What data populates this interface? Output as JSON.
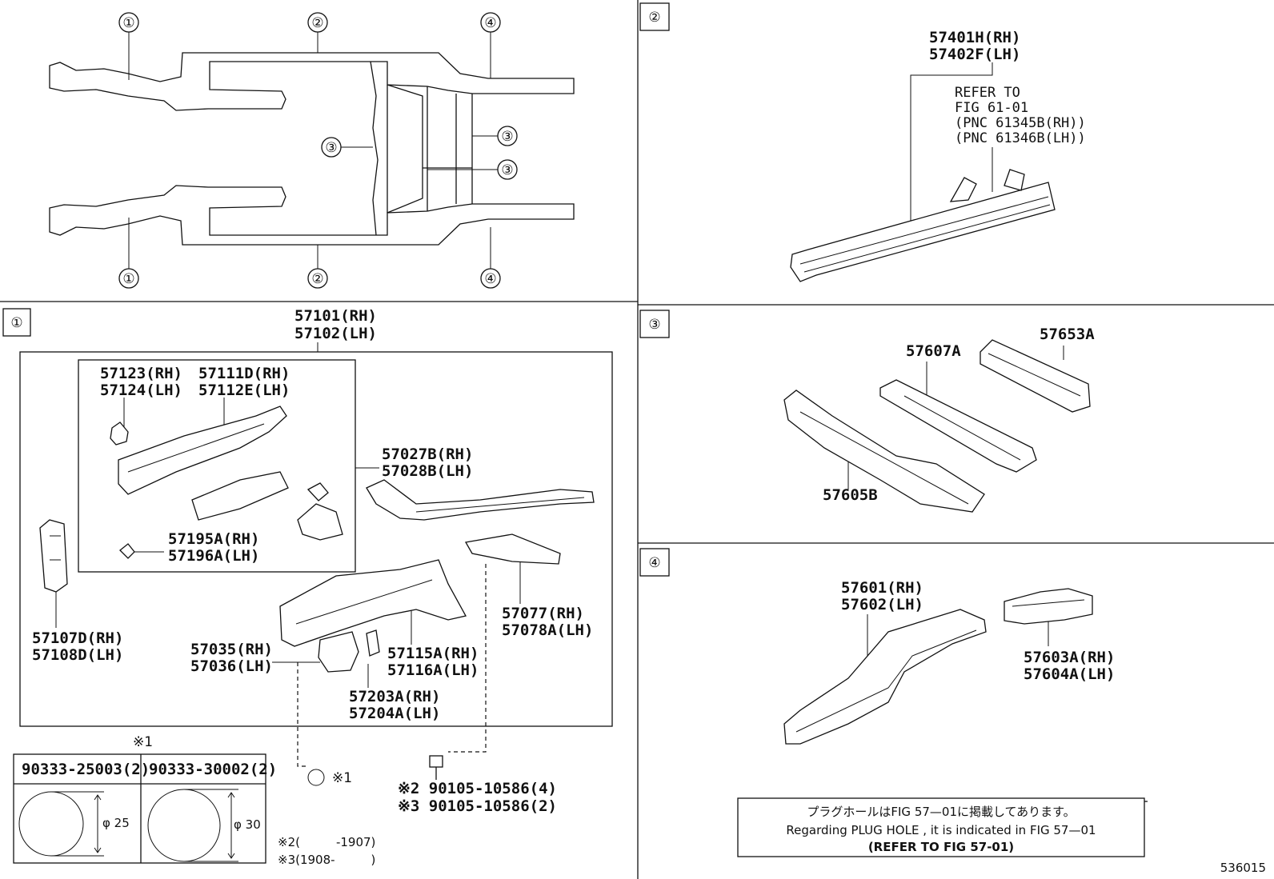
{
  "overview": {
    "callouts": [
      "①",
      "②",
      "③",
      "④"
    ]
  },
  "section2": {
    "badge": "②",
    "part_rh": "57401H(RH)",
    "part_lh": "57402F(LH)",
    "refer": [
      "REFER TO",
      "FIG 61-01",
      "(PNC 61345B(RH))",
      "(PNC 61346B(LH))"
    ]
  },
  "section1": {
    "badge": "①",
    "main_rh": "57101(RH)",
    "main_lh": "57102(LH)",
    "parts": {
      "p57123": "57123(RH)",
      "p57124": "57124(LH)",
      "p57111": "57111D(RH)",
      "p57112": "57112E(LH)",
      "p57195": "57195A(RH)",
      "p57196": "57196A(LH)",
      "p57027": "57027B(RH)",
      "p57028": "57028B(LH)",
      "p57107": "57107D(RH)",
      "p57108": "57108D(LH)",
      "p57035": "57035(RH)",
      "p57036": "57036(LH)",
      "p57115": "57115A(RH)",
      "p57116": "57116A(LH)",
      "p57077": "57077(RH)",
      "p57078": "57078A(LH)",
      "p57203": "57203A(RH)",
      "p57204": "57204A(LH)"
    },
    "plug_title": "※1",
    "plug_a": "90333-25003(2)",
    "plug_b": "90333-30002(2)",
    "dia_a": "φ 25",
    "dia_b": "φ 30",
    "plug_ref": "※1",
    "bolt_a": "※2 90105-10586(4)",
    "bolt_b": "※3 90105-10586(2)",
    "date_a": "※2(　　　-1907)",
    "date_b": "※3(1908-　　　)"
  },
  "section3": {
    "badge": "③",
    "p57653": "57653A",
    "p57607": "57607A",
    "p57605": "57605B"
  },
  "section4": {
    "badge": "④",
    "p57601": "57601(RH)",
    "p57602": "57602(LH)",
    "p57603": "57603A(RH)",
    "p57604": "57604A(LH)",
    "note_jp": "プラグホールはFIG 57—01に掲載してあります。",
    "note_en": "Regarding  PLUG  HOLE , it is indicated in FIG  57—01",
    "note_ref": "(REFER TO FIG 57-01)"
  },
  "footer": {
    "fig_code": "536015"
  }
}
